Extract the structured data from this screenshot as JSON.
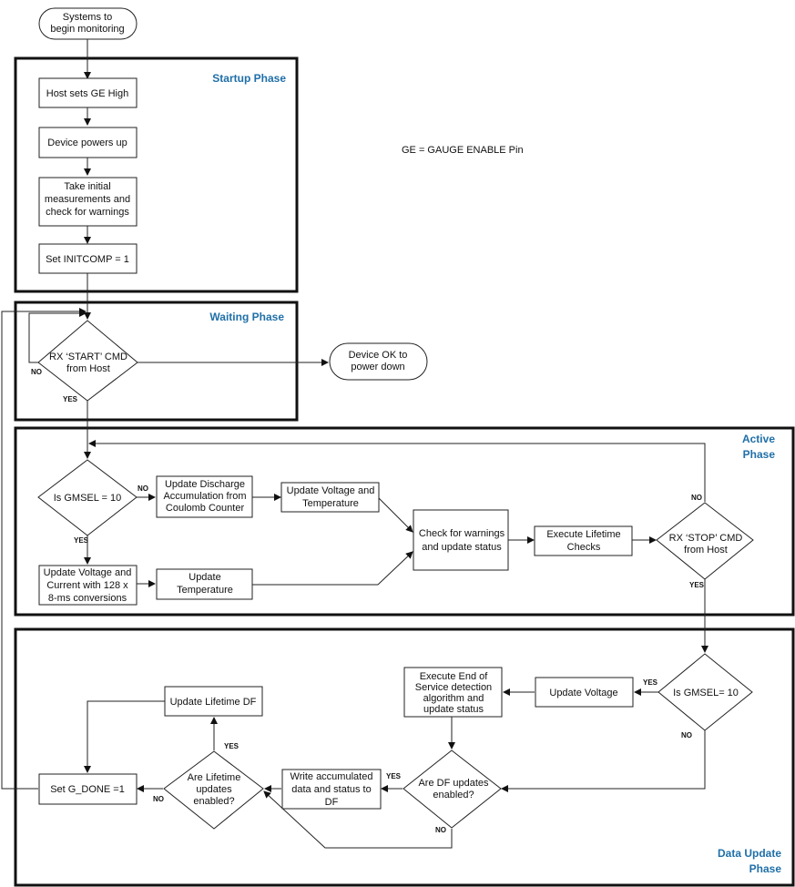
{
  "phases": {
    "startup": [
      "Startup Phase"
    ],
    "waiting": [
      "Waiting Phase"
    ],
    "active": [
      "Active",
      "Phase"
    ],
    "data_update": [
      "Data Update",
      "Phase"
    ]
  },
  "note": "GE =   GAUGE ENABLE Pin",
  "nodes": {
    "start": [
      "Systems to",
      "begin monitoring"
    ],
    "host_ge_high": [
      "Host sets GE High"
    ],
    "device_powers_up": [
      "Device powers up"
    ],
    "initial_measurements": [
      "Take initial",
      "measurements and",
      "check for warnings"
    ],
    "set_initcomp": [
      "Set INITCOMP = 1"
    ],
    "rx_start": [
      "RX ‘START’ CMD",
      "from Host"
    ],
    "device_ok": [
      "Device OK to",
      "power down"
    ],
    "is_gmsel_active": [
      "Is GMSEL = 10"
    ],
    "update_discharge": [
      "Update Discharge",
      "Accumulation from",
      "Coulomb Counter"
    ],
    "update_voltage_temp": [
      "Update Voltage and",
      "Temperature"
    ],
    "update_voltage_current": [
      "Update Voltage and",
      "Current with 128 x",
      "8-ms conversions"
    ],
    "update_temperature": [
      "Update",
      "Temperature"
    ],
    "check_warnings": [
      "Check for warnings",
      "and update status"
    ],
    "execute_lifetime": [
      "Execute Lifetime",
      "Checks"
    ],
    "rx_stop": [
      "RX ‘STOP’ CMD",
      "from Host"
    ],
    "is_gmsel_update": [
      "Is GMSEL= 10"
    ],
    "update_voltage": [
      "Update Voltage"
    ],
    "execute_eos": [
      "Execute End of",
      "Service detection",
      "algorithm and",
      "update status"
    ],
    "df_updates_enabled": [
      "Are DF updates",
      "enabled?"
    ],
    "write_accumulated": [
      "Write accumulated",
      "data and status to",
      "DF"
    ],
    "lifetime_updates_enabled": [
      "Are Lifetime",
      "updates",
      "enabled?"
    ],
    "update_lifetime_df": [
      "Update Lifetime DF"
    ],
    "set_g_done": [
      "Set G_DONE =1"
    ]
  },
  "edge_labels": {
    "rx_start_no": "NO",
    "rx_start_yes": "YES",
    "gmsel_active_no": "NO",
    "gmsel_active_yes": "YES",
    "rx_stop_no": "NO",
    "rx_stop_yes": "YES",
    "gmsel_update_yes": "YES",
    "gmsel_update_no": "NO",
    "df_yes": "YES",
    "df_no": "NO",
    "lifetime_yes": "YES",
    "lifetime_no": "NO"
  }
}
